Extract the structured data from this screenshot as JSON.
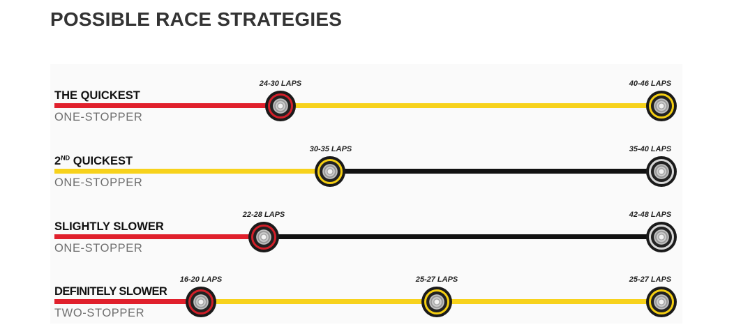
{
  "title": "POSSIBLE RACE STRATEGIES",
  "colors": {
    "soft": "#e0202c",
    "medium": "#f7d21c",
    "hard": "#111111",
    "compound_soft_band": "#d11f29",
    "compound_medium_band": "#f5cf12",
    "compound_hard_band": "#d8d8d8"
  },
  "strategies": [
    {
      "name": "THE QUICKEST",
      "name_prefix": "",
      "name_sup": "",
      "stops": "ONE-STOPPER",
      "segments": [
        {
          "compound": "soft"
        },
        {
          "compound": "medium"
        }
      ],
      "pit_markers": [
        {
          "laps": "24-30 LAPS",
          "compound": "soft"
        },
        {
          "laps": "40-46 LAPS",
          "compound": "medium"
        }
      ]
    },
    {
      "name": " QUICKEST",
      "name_prefix": "2",
      "name_sup": "ND",
      "stops": "ONE-STOPPER",
      "segments": [
        {
          "compound": "medium"
        },
        {
          "compound": "hard"
        }
      ],
      "pit_markers": [
        {
          "laps": "30-35 LAPS",
          "compound": "medium"
        },
        {
          "laps": "35-40 LAPS",
          "compound": "hard"
        }
      ]
    },
    {
      "name": "SLIGHTLY SLOWER",
      "name_prefix": "",
      "name_sup": "",
      "stops": "ONE-STOPPER",
      "segments": [
        {
          "compound": "soft"
        },
        {
          "compound": "hard"
        }
      ],
      "pit_markers": [
        {
          "laps": "22-28 LAPS",
          "compound": "soft"
        },
        {
          "laps": "42-48 LAPS",
          "compound": "hard"
        }
      ]
    },
    {
      "name": "DEFINITELY SLOWER",
      "name_prefix": "",
      "name_sup": "",
      "stops": "TWO-STOPPER",
      "segments": [
        {
          "compound": "soft"
        },
        {
          "compound": "medium"
        },
        {
          "compound": "medium"
        }
      ],
      "pit_markers": [
        {
          "laps": "16-20 LAPS",
          "compound": "soft"
        },
        {
          "laps": "25-27 LAPS",
          "compound": "medium"
        },
        {
          "laps": "25-27 LAPS",
          "compound": "medium"
        }
      ]
    }
  ]
}
